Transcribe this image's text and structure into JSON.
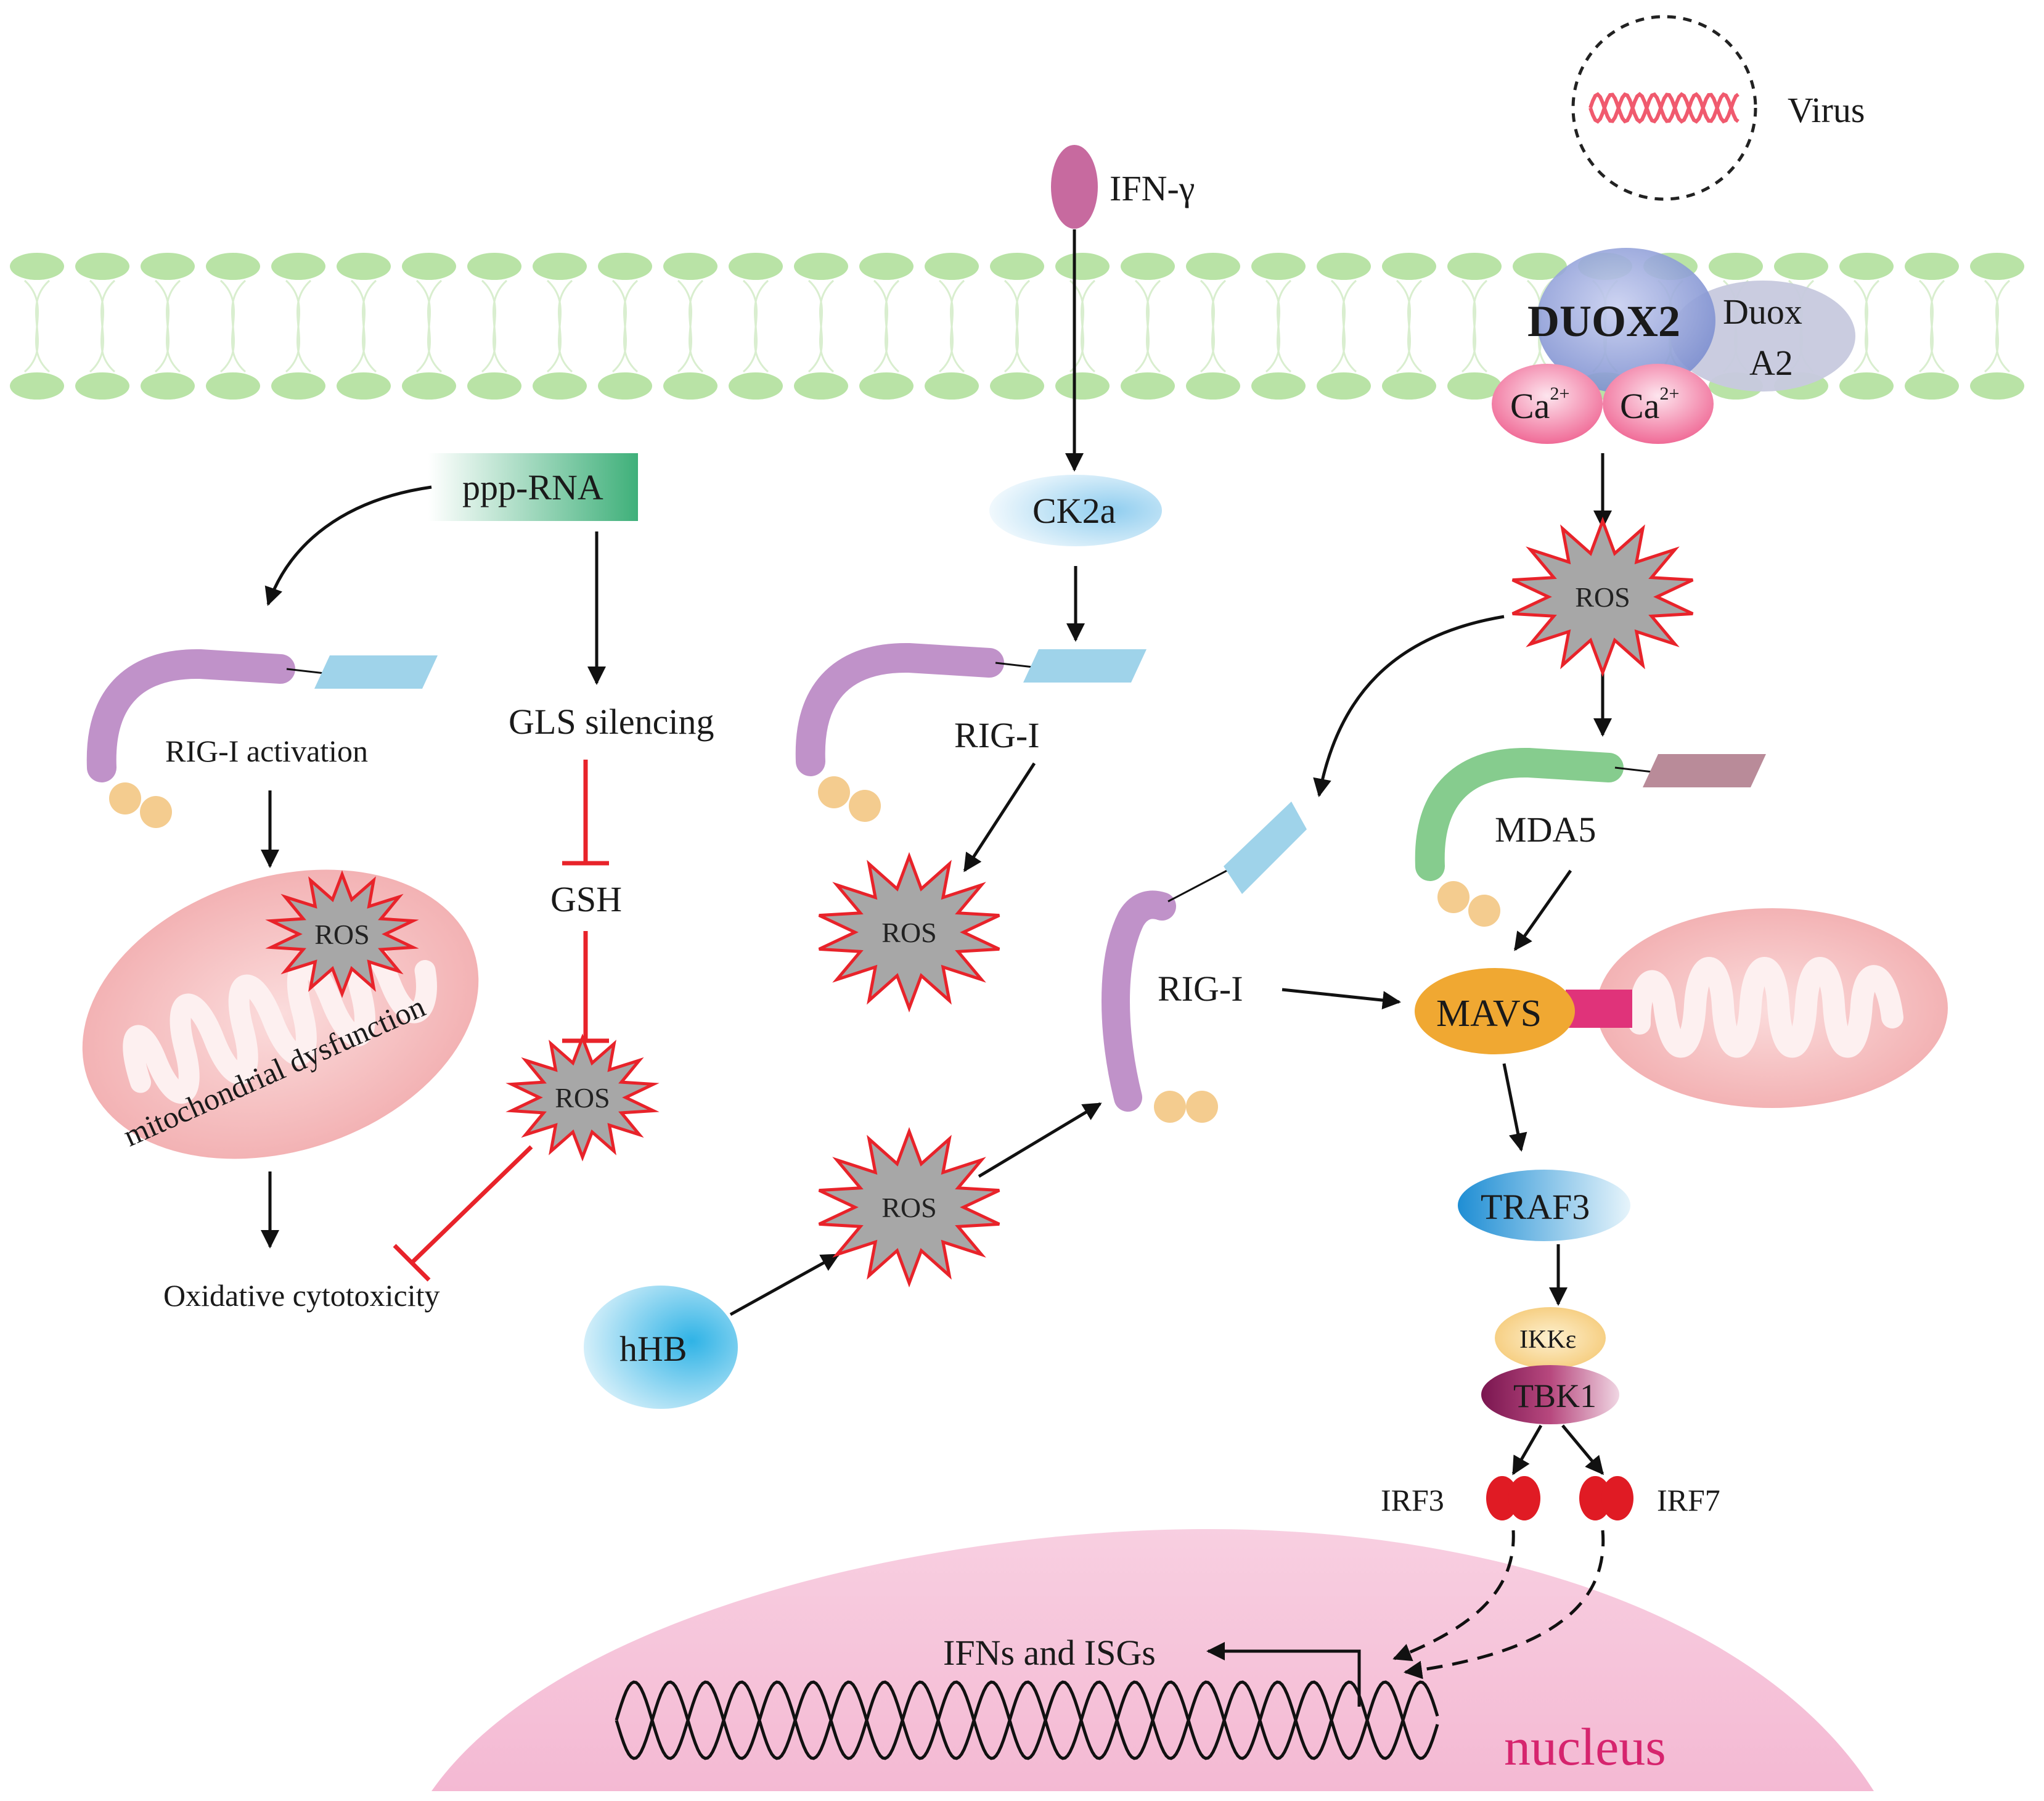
{
  "labels": {
    "virus": "Virus",
    "ifn_gamma": "IFN-γ",
    "duox2": "DUOX2",
    "duox_a2_line1": "Duox",
    "duox_a2_line2": "A2",
    "ca": "Ca",
    "ca_sup": "2+",
    "ppp_rna": "ppp-RNA",
    "ck2a": "CK2a",
    "rig_i_activation": "RIG-I activation",
    "gls_silencing": "GLS silencing",
    "rig_i": "RIG-I",
    "ros": "ROS",
    "mda5": "MDA5",
    "gsh": "GSH",
    "mito_dysfunction": "mitochondrial dysfunction",
    "mavs": "MAVS",
    "oxidative_cytotoxicity": "Oxidative cytotoxicity",
    "traf3": "TRAF3",
    "hhb": "hHB",
    "ikk": "IKKε",
    "tbk1": "TBK1",
    "irf3": "IRF3",
    "irf7": "IRF7",
    "ifns_isgs": "IFNs and ISGs",
    "nucleus": "nucleus"
  },
  "colors": {
    "membrane": "#b9e3a6",
    "ros_fill": "#a7a7a7",
    "ros_stroke": "#e8232a",
    "inhibit": "#e8232a",
    "rig_body": "#c092c9",
    "rig_card": "#9fd3ea",
    "mda5_body": "#86cc8e",
    "mda5_card": "#b98b99",
    "beads": "#f4cc8f",
    "mito": "#f6c4c6",
    "mavs": "#f0a832",
    "mavs_anchor": "#e0337a",
    "nucleus": "#f7c6dc",
    "nucleus_text": "#d6246e",
    "irf": "#e01b24",
    "duox2": "#8b9dd6",
    "ca": "#f27aa0"
  }
}
